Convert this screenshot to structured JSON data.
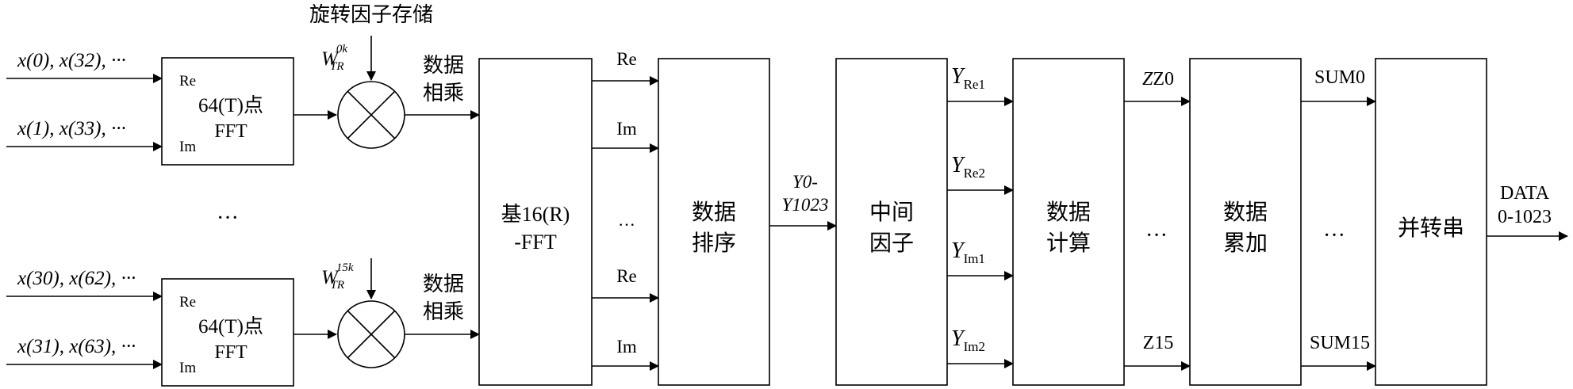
{
  "diagram": {
    "twiddle_storage_label": "旋转因子存储",
    "inputs": {
      "top1": "x(0), x(32), ···",
      "top2": "x(1), x(33), ···",
      "bot1": "x(30), x(62), ···",
      "bot2": "x(31), x(63), ···"
    },
    "ellipsis": "···",
    "fft_small": {
      "re": "Re",
      "im": "Im",
      "line1": "64(T)点",
      "line2": "FFT"
    },
    "twiddle_top": {
      "base": "W",
      "sub": "TR",
      "sup": "0k"
    },
    "twiddle_bot": {
      "base": "W",
      "sub": "TR",
      "sup": "15k"
    },
    "multiply": {
      "line1": "数据",
      "line2": "相乘"
    },
    "radix_fft": {
      "line1": "基16(R)",
      "line2": "-FFT"
    },
    "radix_outputs": {
      "re": "Re",
      "im": "Im",
      "ellipsis": "···"
    },
    "sort": {
      "line1": "数据",
      "line2": "排序"
    },
    "sort_output": {
      "line1": "Y0-",
      "line2": "Y1023"
    },
    "mid_factor": {
      "line1": "中间",
      "line2": "因子"
    },
    "mid_outputs": [
      {
        "base": "Y",
        "sub": "Re1"
      },
      {
        "base": "Y",
        "sub": "Re2"
      },
      {
        "base": "Y",
        "sub": "Im1"
      },
      {
        "base": "Y",
        "sub": "Im2"
      }
    ],
    "compute": {
      "line1": "数据",
      "line2": "计算"
    },
    "z_top": "Z0",
    "z_bot": "Z15",
    "accumulate": {
      "line1": "数据",
      "line2": "累加"
    },
    "sum_top": "SUM0",
    "sum_bot": "SUM15",
    "p2s": "并转串",
    "output": {
      "line1": "DATA",
      "line2": "0-1023"
    }
  }
}
